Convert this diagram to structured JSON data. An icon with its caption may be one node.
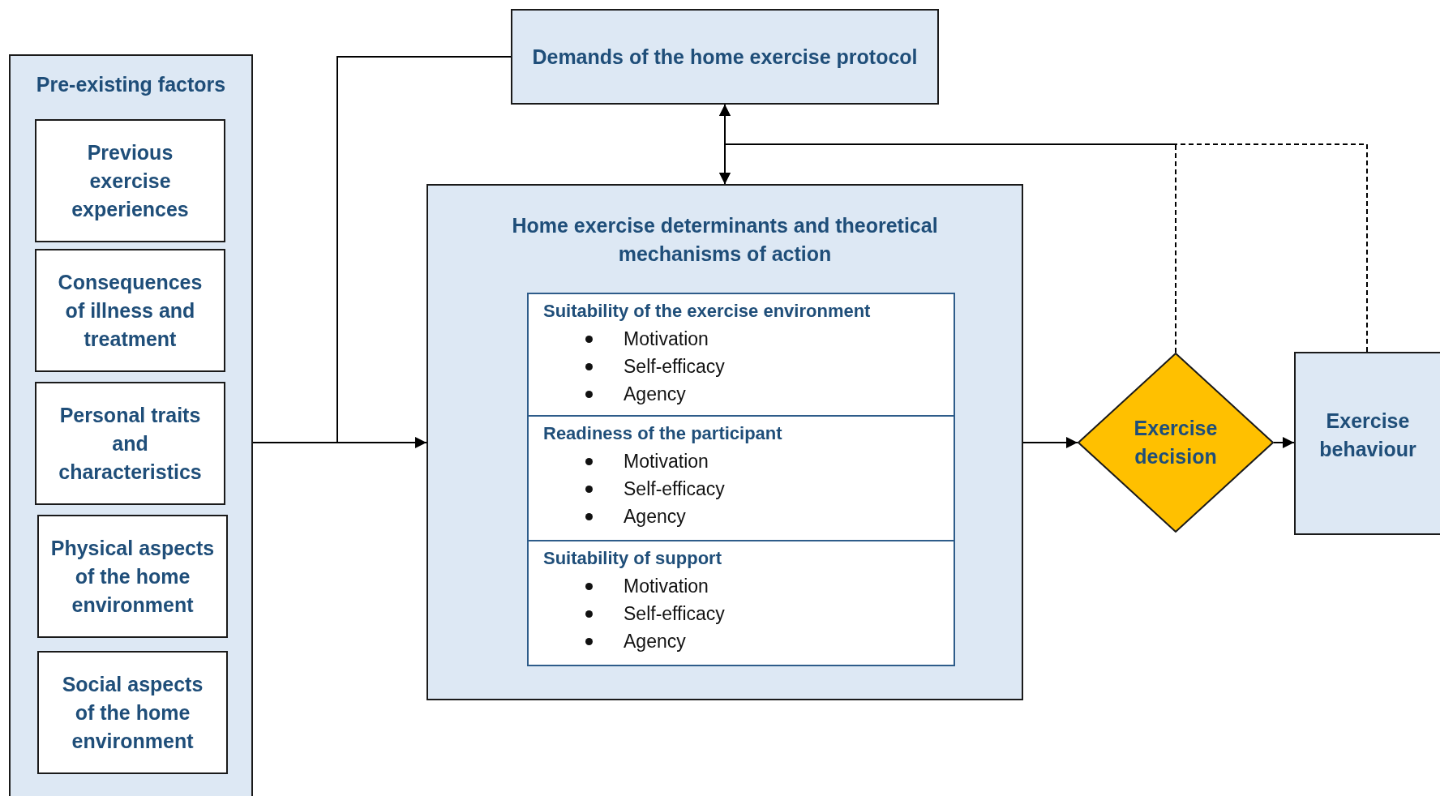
{
  "diagram": {
    "nodes": [
      {
        "text": [
          "Pre-existing factors"
        ]
      },
      {
        "text": [
          "Previous exercise experiences"
        ],
        "in": 0
      },
      {
        "text": [
          "Consequences of illness and treatment"
        ],
        "in": 0
      },
      {
        "text": [
          "Personal traits and characteristics"
        ],
        "in": 0
      },
      {
        "text": [
          "Physical aspects of the home environment"
        ],
        "in": 0
      },
      {
        "text": [
          "Social aspects of the home environment"
        ],
        "in": 0
      },
      {
        "text": [
          "Demands of the home exercise protocol"
        ]
      },
      {
        "text": [
          "Home exercise determinants and theoretical mechanisms of action"
        ]
      },
      {
        "text": [
          "Suitability of the exercise environment",
          "Motivation",
          "Self-efficacy",
          "Agency"
        ],
        "in": 7
      },
      {
        "text": [
          "Readiness of the participant",
          "Motivation",
          "Self-efficacy",
          "Agency"
        ],
        "in": 7
      },
      {
        "text": [
          "Suitability of support",
          "Motivation",
          "Self-efficacy",
          "Agency"
        ],
        "in": 7
      },
      {
        "text": [
          "Exercise decision"
        ]
      },
      {
        "text": [
          "Exercise behaviour"
        ]
      }
    ],
    "edges": [
      {
        "from": 0,
        "to": 7,
        "arrow": "to"
      },
      {
        "from": 0,
        "to": 6,
        "arrow": "none"
      },
      {
        "from": 7,
        "to": 11,
        "arrow": "to"
      },
      {
        "from": 11,
        "to": 12,
        "arrow": "to"
      },
      {
        "from": 11,
        "to": 6,
        "arrow": "to",
        "style": "dashed"
      },
      {
        "from": 11,
        "to": 7,
        "arrow": "to",
        "style": "dashed"
      },
      {
        "from": 12,
        "to": 6,
        "arrow": "to",
        "style": "dashed"
      },
      {
        "from": 12,
        "to": 7,
        "arrow": "to",
        "style": "dashed"
      }
    ]
  }
}
